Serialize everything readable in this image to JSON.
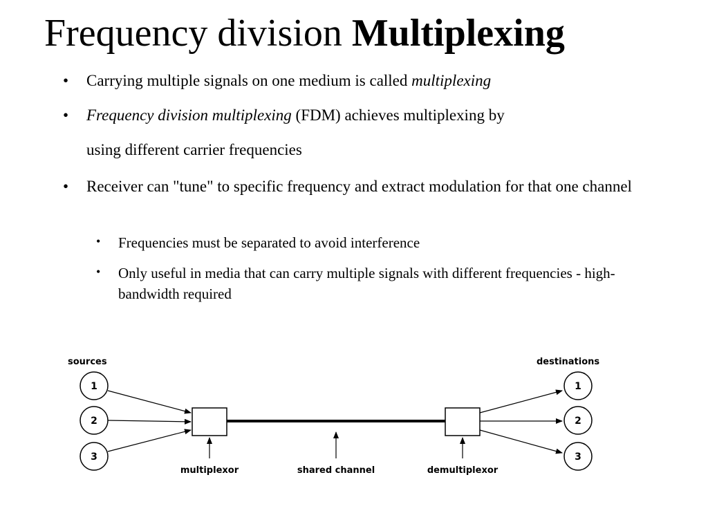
{
  "slide": {
    "title_regular": "Frequency division ",
    "title_bold": "Multiplexing"
  },
  "bullets": [
    {
      "prefix": "Carrying multiple signals on one medium is called ",
      "emphasis": "multiplexing"
    },
    {
      "emphasis": "Frequency division multiplexing",
      "suffix": " (FDM) achieves multiplexing by",
      "line2": "using different carrier frequencies"
    },
    {
      "text": "Receiver can \"tune\" to specific frequency and extract modulation for that one channel"
    }
  ],
  "subbullets": [
    {
      "text": "Frequencies must be separated to avoid interference"
    },
    {
      "text": "Only useful in media that can carry multiple signals with different frequencies - high-bandwidth required"
    }
  ],
  "bullet_glyph": "•",
  "diagram": {
    "sources_label": "sources",
    "destinations_label": "destinations",
    "source_nodes": [
      "1",
      "2",
      "3"
    ],
    "destination_nodes": [
      "1",
      "2",
      "3"
    ],
    "multiplexor_label": "multiplexor",
    "channel_label": "shared channel",
    "demultiplexor_label": "demultiplexor"
  }
}
